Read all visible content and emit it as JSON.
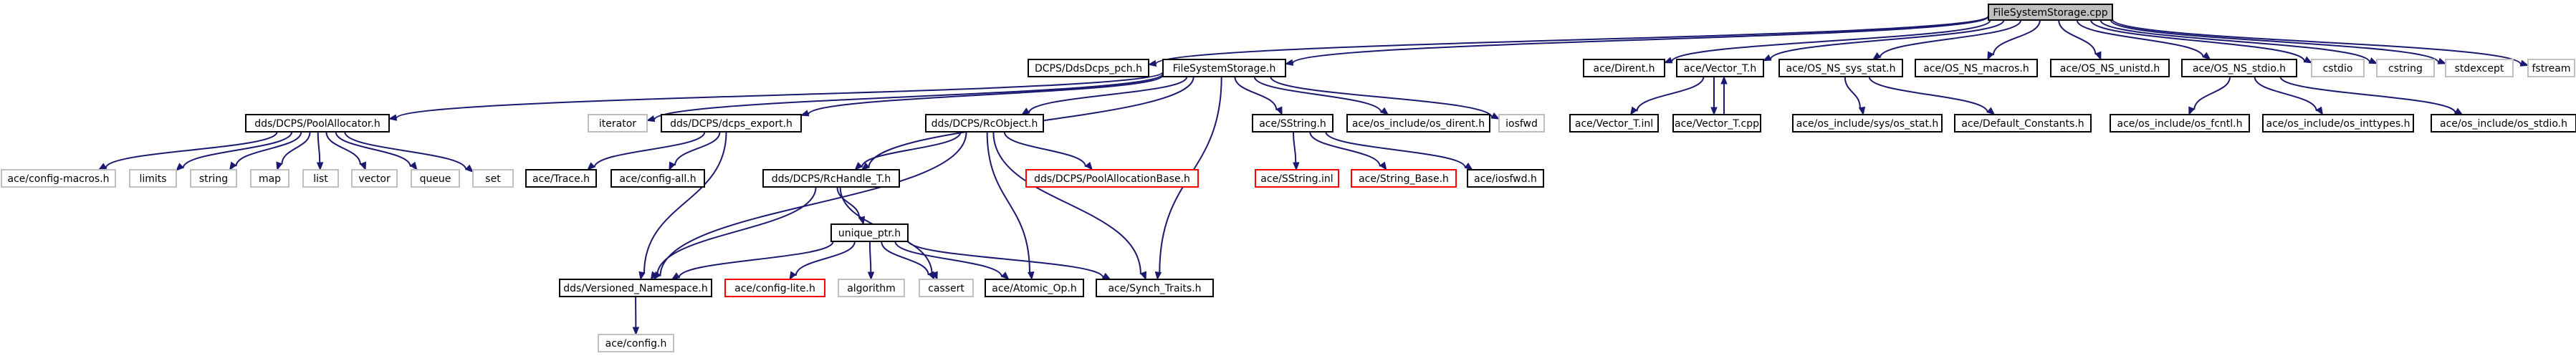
{
  "title": "FileSystemStorage.cpp",
  "colors": {
    "edge": "#191970",
    "root_fill": "#bfbfbf",
    "normal_border": "#000000",
    "external_border": "#bfbfbf",
    "missing_border": "#ff0000"
  },
  "nodes": [
    {
      "id": "root",
      "label": "FileSystemStorage.cpp",
      "kind": "root"
    },
    {
      "id": "ddsdcps_pch",
      "label": "DCPS/DdsDcps_pch.h",
      "kind": "normal"
    },
    {
      "id": "fss_h",
      "label": "FileSystemStorage.h",
      "kind": "normal"
    },
    {
      "id": "dirent",
      "label": "ace/Dirent.h",
      "kind": "normal"
    },
    {
      "id": "vector_t_h",
      "label": "ace/Vector_T.h",
      "kind": "normal"
    },
    {
      "id": "os_ns_sys_stat",
      "label": "ace/OS_NS_sys_stat.h",
      "kind": "normal"
    },
    {
      "id": "os_ns_macros",
      "label": "ace/OS_NS_macros.h",
      "kind": "normal"
    },
    {
      "id": "os_ns_unistd",
      "label": "ace/OS_NS_unistd.h",
      "kind": "normal"
    },
    {
      "id": "os_ns_stdio",
      "label": "ace/OS_NS_stdio.h",
      "kind": "normal"
    },
    {
      "id": "cstdio",
      "label": "cstdio",
      "kind": "external"
    },
    {
      "id": "cstring",
      "label": "cstring",
      "kind": "external"
    },
    {
      "id": "stdexcept",
      "label": "stdexcept",
      "kind": "external"
    },
    {
      "id": "fstream",
      "label": "fstream",
      "kind": "external"
    },
    {
      "id": "pool_alloc",
      "label": "dds/DCPS/PoolAllocator.h",
      "kind": "normal"
    },
    {
      "id": "iterator",
      "label": "iterator",
      "kind": "external"
    },
    {
      "id": "dcps_export",
      "label": "dds/DCPS/dcps_export.h",
      "kind": "normal"
    },
    {
      "id": "rcobject",
      "label": "dds/DCPS/RcObject.h",
      "kind": "normal"
    },
    {
      "id": "sstring_h",
      "label": "ace/SString.h",
      "kind": "normal"
    },
    {
      "id": "os_dirent",
      "label": "ace/os_include/os_dirent.h",
      "kind": "normal"
    },
    {
      "id": "iosfwd",
      "label": "iosfwd",
      "kind": "external"
    },
    {
      "id": "vector_t_inl",
      "label": "ace/Vector_T.inl",
      "kind": "normal"
    },
    {
      "id": "vector_t_cpp",
      "label": "ace/Vector_T.cpp",
      "kind": "normal"
    },
    {
      "id": "sys_os_stat",
      "label": "ace/os_include/sys/os_stat.h",
      "kind": "normal"
    },
    {
      "id": "default_constants",
      "label": "ace/Default_Constants.h",
      "kind": "normal"
    },
    {
      "id": "os_fcntl",
      "label": "ace/os_include/os_fcntl.h",
      "kind": "normal"
    },
    {
      "id": "os_inttypes",
      "label": "ace/os_include/os_inttypes.h",
      "kind": "normal"
    },
    {
      "id": "os_stdio",
      "label": "ace/os_include/os_stdio.h",
      "kind": "normal"
    },
    {
      "id": "config_macros",
      "label": "ace/config-macros.h",
      "kind": "external"
    },
    {
      "id": "limits",
      "label": "limits",
      "kind": "external"
    },
    {
      "id": "string",
      "label": "string",
      "kind": "external"
    },
    {
      "id": "map",
      "label": "map",
      "kind": "external"
    },
    {
      "id": "list",
      "label": "list",
      "kind": "external"
    },
    {
      "id": "vector",
      "label": "vector",
      "kind": "external"
    },
    {
      "id": "queue",
      "label": "queue",
      "kind": "external"
    },
    {
      "id": "set",
      "label": "set",
      "kind": "external"
    },
    {
      "id": "trace",
      "label": "ace/Trace.h",
      "kind": "normal"
    },
    {
      "id": "config_all",
      "label": "ace/config-all.h",
      "kind": "normal"
    },
    {
      "id": "rchandle",
      "label": "dds/DCPS/RcHandle_T.h",
      "kind": "normal"
    },
    {
      "id": "pool_alloc_base",
      "label": "dds/DCPS/PoolAllocationBase.h",
      "kind": "missing"
    },
    {
      "id": "sstring_inl",
      "label": "ace/SString.inl",
      "kind": "missing"
    },
    {
      "id": "string_base",
      "label": "ace/String_Base.h",
      "kind": "missing"
    },
    {
      "id": "ace_iosfwd",
      "label": "ace/iosfwd.h",
      "kind": "normal"
    },
    {
      "id": "unique_ptr",
      "label": "unique_ptr.h",
      "kind": "normal"
    },
    {
      "id": "versioned_ns",
      "label": "dds/Versioned_Namespace.h",
      "kind": "normal"
    },
    {
      "id": "config_lite",
      "label": "ace/config-lite.h",
      "kind": "missing"
    },
    {
      "id": "algorithm",
      "label": "algorithm",
      "kind": "external"
    },
    {
      "id": "cassert",
      "label": "cassert",
      "kind": "external"
    },
    {
      "id": "atomic_op",
      "label": "ace/Atomic_Op.h",
      "kind": "normal"
    },
    {
      "id": "synch_traits",
      "label": "ace/Synch_Traits.h",
      "kind": "normal"
    },
    {
      "id": "ace_config",
      "label": "ace/config.h",
      "kind": "external"
    }
  ],
  "edges": [
    [
      "root",
      "ddsdcps_pch"
    ],
    [
      "root",
      "fss_h"
    ],
    [
      "root",
      "dirent"
    ],
    [
      "root",
      "vector_t_h"
    ],
    [
      "root",
      "os_ns_sys_stat"
    ],
    [
      "root",
      "os_ns_macros"
    ],
    [
      "root",
      "os_ns_unistd"
    ],
    [
      "root",
      "os_ns_stdio"
    ],
    [
      "root",
      "cstdio"
    ],
    [
      "root",
      "cstring"
    ],
    [
      "root",
      "stdexcept"
    ],
    [
      "root",
      "fstream"
    ],
    [
      "fss_h",
      "pool_alloc"
    ],
    [
      "fss_h",
      "iterator"
    ],
    [
      "fss_h",
      "dcps_export"
    ],
    [
      "fss_h",
      "rcobject"
    ],
    [
      "fss_h",
      "sstring_h"
    ],
    [
      "fss_h",
      "os_dirent"
    ],
    [
      "fss_h",
      "iosfwd"
    ],
    [
      "fss_h",
      "rchandle"
    ],
    [
      "fss_h",
      "synch_traits"
    ],
    [
      "vector_t_h",
      "vector_t_inl"
    ],
    [
      "vector_t_h",
      "vector_t_cpp"
    ],
    [
      "vector_t_cpp",
      "vector_t_h"
    ],
    [
      "os_ns_sys_stat",
      "sys_os_stat"
    ],
    [
      "os_ns_sys_stat",
      "default_constants"
    ],
    [
      "os_ns_stdio",
      "os_fcntl"
    ],
    [
      "os_ns_stdio",
      "os_inttypes"
    ],
    [
      "os_ns_stdio",
      "os_stdio"
    ],
    [
      "pool_alloc",
      "config_macros"
    ],
    [
      "pool_alloc",
      "limits"
    ],
    [
      "pool_alloc",
      "string"
    ],
    [
      "pool_alloc",
      "map"
    ],
    [
      "pool_alloc",
      "list"
    ],
    [
      "pool_alloc",
      "vector"
    ],
    [
      "pool_alloc",
      "queue"
    ],
    [
      "pool_alloc",
      "set"
    ],
    [
      "dcps_export",
      "trace"
    ],
    [
      "dcps_export",
      "config_all"
    ],
    [
      "dcps_export",
      "versioned_ns"
    ],
    [
      "rcobject",
      "rchandle"
    ],
    [
      "rcobject",
      "pool_alloc_base"
    ],
    [
      "rcobject",
      "versioned_ns"
    ],
    [
      "rcobject",
      "atomic_op"
    ],
    [
      "rcobject",
      "synch_traits"
    ],
    [
      "sstring_h",
      "sstring_inl"
    ],
    [
      "sstring_h",
      "string_base"
    ],
    [
      "sstring_h",
      "ace_iosfwd"
    ],
    [
      "rchandle",
      "unique_ptr"
    ],
    [
      "rchandle",
      "versioned_ns"
    ],
    [
      "rchandle",
      "cassert"
    ],
    [
      "unique_ptr",
      "versioned_ns"
    ],
    [
      "unique_ptr",
      "config_lite"
    ],
    [
      "unique_ptr",
      "algorithm"
    ],
    [
      "unique_ptr",
      "cassert"
    ],
    [
      "unique_ptr",
      "atomic_op"
    ],
    [
      "unique_ptr",
      "synch_traits"
    ],
    [
      "versioned_ns",
      "ace_config"
    ]
  ]
}
